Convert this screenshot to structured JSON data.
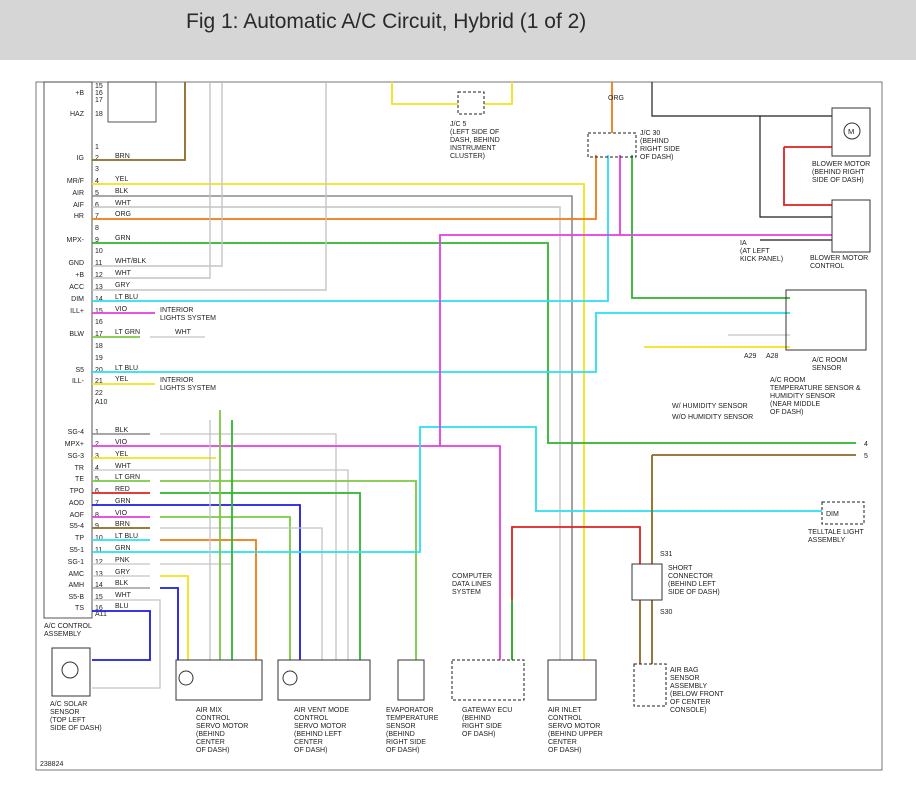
{
  "title": "Fig 1: Automatic A/C Circuit, Hybrid (1 of 2)",
  "figure_number": "238824",
  "colors": {
    "yellow": "#f3e21a",
    "gray": "#8a8a8a",
    "light_gray": "#c4c4c4",
    "orange": "#ee7a12",
    "green": "#2db52d",
    "lt_green": "#7ac943",
    "magenta": "#e53be5",
    "cyan": "#29e0f0",
    "blue": "#1b1be0",
    "red": "#e02020",
    "brown": "#8b6a23",
    "black": "#1e1e1e"
  },
  "ac_control": {
    "name": "A/C CONTROL\nASSEMBLY",
    "pins_a10": [
      {
        "n": "15",
        "label": ""
      },
      {
        "n": "16",
        "label": "+B"
      },
      {
        "n": "17",
        "label": ""
      },
      {
        "n": "18",
        "label": "HAZ"
      },
      {
        "n": "1",
        "label": ""
      },
      {
        "n": "2",
        "label": "IG",
        "wire": "BRN"
      },
      {
        "n": "3",
        "label": ""
      },
      {
        "n": "4",
        "label": "MR/F",
        "wire": "YEL"
      },
      {
        "n": "5",
        "label": "AIR",
        "wire": "BLK"
      },
      {
        "n": "6",
        "label": "AIF",
        "wire": "WHT"
      },
      {
        "n": "7",
        "label": "HR",
        "wire": "ORG"
      },
      {
        "n": "8",
        "label": ""
      },
      {
        "n": "9",
        "label": "MPX-",
        "wire": "GRN"
      },
      {
        "n": "10",
        "label": ""
      },
      {
        "n": "11",
        "label": "GND",
        "wire": "WHT/BLK"
      },
      {
        "n": "12",
        "label": "+B",
        "wire": "WHT"
      },
      {
        "n": "13",
        "label": "ACC",
        "wire": "GRY"
      },
      {
        "n": "14",
        "label": "DIM",
        "wire": "LT BLU"
      },
      {
        "n": "15",
        "label": "ILL+",
        "wire": "VIO"
      },
      {
        "n": "16",
        "label": ""
      },
      {
        "n": "17",
        "label": "BLW",
        "wire": "LT GRN"
      },
      {
        "n": "18",
        "label": ""
      },
      {
        "n": "19",
        "label": ""
      },
      {
        "n": "20",
        "label": "S5",
        "wire": "LT BLU"
      },
      {
        "n": "21",
        "label": "ILL-",
        "wire": "YEL"
      },
      {
        "n": "22",
        "label": ""
      }
    ],
    "connector_a10": "A10",
    "pins_a11": [
      {
        "n": "1",
        "label": "SG-4",
        "wire": "BLK"
      },
      {
        "n": "2",
        "label": "MPX+",
        "wire": "VIO"
      },
      {
        "n": "3",
        "label": "SG-3",
        "wire": "YEL"
      },
      {
        "n": "4",
        "label": "TR",
        "wire": "WHT"
      },
      {
        "n": "5",
        "label": "TE",
        "wire": "LT GRN"
      },
      {
        "n": "6",
        "label": "TPO",
        "wire": "RED"
      },
      {
        "n": "7",
        "label": "AOD",
        "wire": "GRN"
      },
      {
        "n": "8",
        "label": "AOF",
        "wire": "VIO"
      },
      {
        "n": "9",
        "label": "S5-4",
        "wire": "BRN"
      },
      {
        "n": "10",
        "label": "TP",
        "wire": "LT BLU"
      },
      {
        "n": "11",
        "label": "S5-1",
        "wire": "GRN"
      },
      {
        "n": "12",
        "label": "SG-1",
        "wire": "PNK"
      },
      {
        "n": "13",
        "label": "AMC",
        "wire": "GRY"
      },
      {
        "n": "14",
        "label": "AMH",
        "wire": "BLK"
      },
      {
        "n": "15",
        "label": "S5-B",
        "wire": "WHT"
      },
      {
        "n": "16",
        "label": "TS",
        "wire": "BLU"
      }
    ],
    "connector_a11": "A11"
  },
  "labels": {
    "interior_lights_1": "INTERIOR\nLIGHTS SYSTEM",
    "interior_lights_2": "INTERIOR\nLIGHTS SYSTEM",
    "blw_wht": "WHT",
    "jc5": "J/C 5\n(LEFT SIDE OF\nDASH, BEHIND\nINSTRUMENT\nCLUSTER)",
    "jc30": "J/C 30\n(BEHIND\nRIGHT SIDE\nOF DASH)",
    "jc30_org": "ORG",
    "blower_motor": "BLOWER MOTOR\n(BEHIND RIGHT\nSIDE OF DASH)",
    "blower_motor_control": "BLOWER MOTOR\nCONTROL",
    "ia": "IA\n(AT LEFT\nKICK PANEL)",
    "room_sensor": "A/C ROOM\nSENSOR",
    "room_temp_sensor": "A/C ROOM\nTEMPERATURE SENSOR &\nHUMIDITY SENSOR\n(NEAR MIDDLE\nOF DASH)",
    "w_humidity": "W/ HUMIDITY SENSOR",
    "wo_humidity": "W/O HUMIDITY SENSOR",
    "a29": "A29",
    "a28": "A28",
    "telltale": "TELLTALE LIGHT\nASSEMBLY",
    "dim": "DIM",
    "short_connector": "SHORT\nCONNECTOR\n(BEHIND LEFT\nSIDE OF DASH)",
    "s31": "S31",
    "s30": "S30",
    "air_bag": "AIR BAG\nSENSOR\nASSEMBLY\n(BELOW FRONT\nOF CENTER\nCONSOLE)",
    "computer_data": "COMPUTER\nDATA LINES\nSYSTEM",
    "gateway": "GATEWAY ECU\n(BEHIND\nRIGHT SIDE\nOF DASH)",
    "air_inlet": "AIR INLET\nCONTROL\nSERVO MOTOR\n(BEHIND UPPER\nCENTER\nOF DASH)",
    "air_mix": "AIR MIX\nCONTROL\nSERVO MOTOR\n(BEHIND\nCENTER\nOF DASH)",
    "air_vent": "AIR VENT MODE\nCONTROL\nSERVO MOTOR\n(BEHIND LEFT\nCENTER\nOF DASH)",
    "evaporator": "EVAPORATOR\nTEMPERATURE\nSENSOR\n(BEHIND\nRIGHT SIDE\nOF DASH)",
    "solar": "A/C SOLAR\nSENSOR\n(TOP LEFT\nSIDE OF DASH)",
    "off_page_4": "4",
    "off_page_5": "5"
  }
}
